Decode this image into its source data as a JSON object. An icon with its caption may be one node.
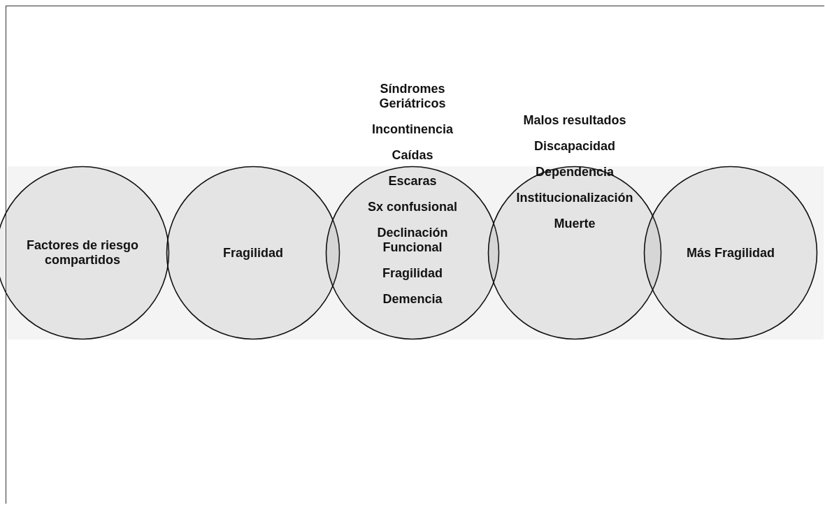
{
  "diagram": {
    "nodes": [
      {
        "text": [
          "Factores de riesgo compartidos"
        ]
      },
      {
        "text": [
          "Fragilidad"
        ]
      },
      {
        "text": [
          "Síndromes Geriátricos",
          "Incontinencia",
          "Caídas",
          "Escaras",
          "Sx confusional",
          "Declinación Funcional",
          "Fragilidad",
          "Demencia"
        ]
      },
      {
        "text": [
          "Malos resultados",
          "Discapacidad",
          "Dependencia",
          "Institucionalización",
          "Muerte"
        ]
      },
      {
        "text": [
          "Más Fragilidad"
        ]
      }
    ]
  }
}
